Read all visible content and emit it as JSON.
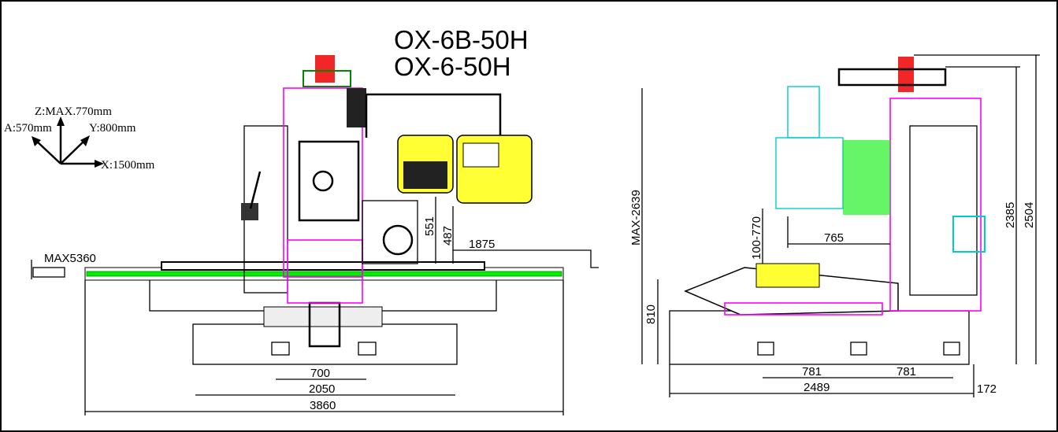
{
  "title": {
    "line1": "OX-6B-50H",
    "line2": "OX-6-50H"
  },
  "axes": {
    "z": "Z:MAX.770mm",
    "a": "A:570mm",
    "y": "Y:800mm",
    "x": "X:1500mm"
  },
  "front_view": {
    "max_travel": "MAX5360",
    "dim_551": "551",
    "dim_487": "487",
    "dim_1875": "1875",
    "dim_700": "700",
    "dim_2050": "2050",
    "dim_3860": "3860"
  },
  "side_view": {
    "max_height": "MAX-2639",
    "spindle_range": "100-770",
    "dim_765": "765",
    "dim_810": "810",
    "dim_2385": "2385",
    "dim_2504": "2504",
    "dim_781a": "781",
    "dim_781b": "781",
    "dim_2489": "2489",
    "dim_172": "172"
  },
  "colors": {
    "magenta": "#ff00ff",
    "green": "#00ee00",
    "cyan": "#00cccc",
    "yellow": "#ffff33",
    "red": "#ee0000"
  }
}
